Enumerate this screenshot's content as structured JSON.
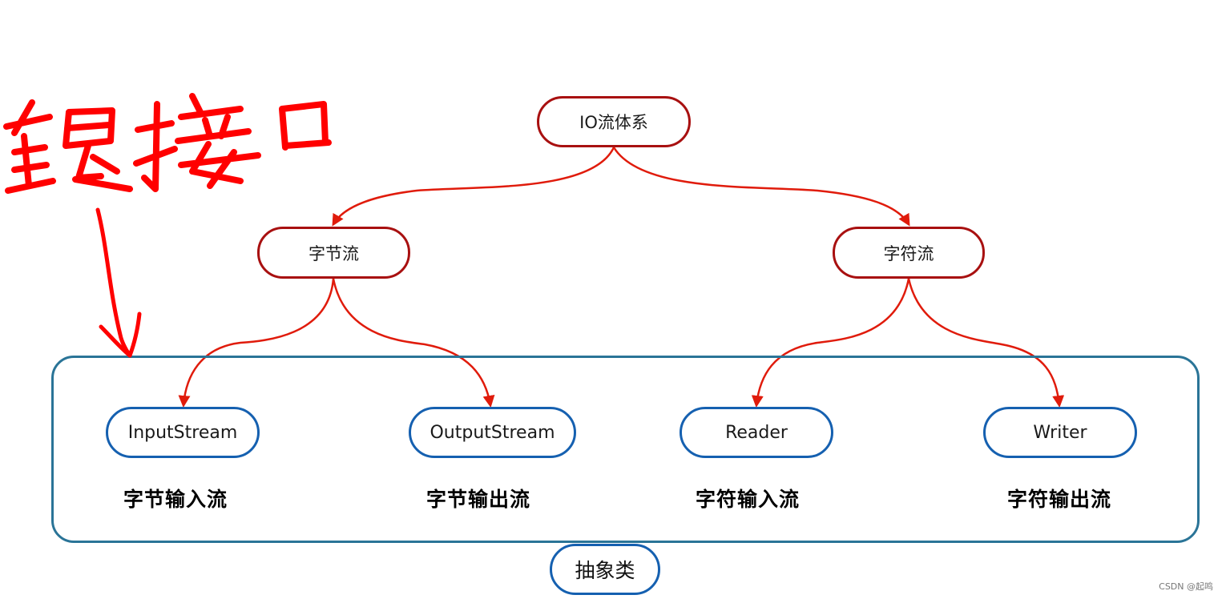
{
  "root": {
    "label": "IO流体系"
  },
  "categories": [
    {
      "label": "字节流"
    },
    {
      "label": "字符流"
    }
  ],
  "classes": [
    {
      "label": "InputStream",
      "caption": "字节输入流"
    },
    {
      "label": "OutputStream",
      "caption": "字节输出流"
    },
    {
      "label": "Reader",
      "caption": "字符输入流"
    },
    {
      "label": "Writer",
      "caption": "字符输出流"
    }
  ],
  "group": {
    "label": "抽象类"
  },
  "annotation": {
    "text": "锟接口",
    "color": "#ff0000"
  },
  "watermark": "CSDN @起鸣",
  "colors": {
    "root_border": "#a81010",
    "edge": "#e01b0b",
    "class_border": "#1560b0",
    "group_border": "#2a7497"
  }
}
